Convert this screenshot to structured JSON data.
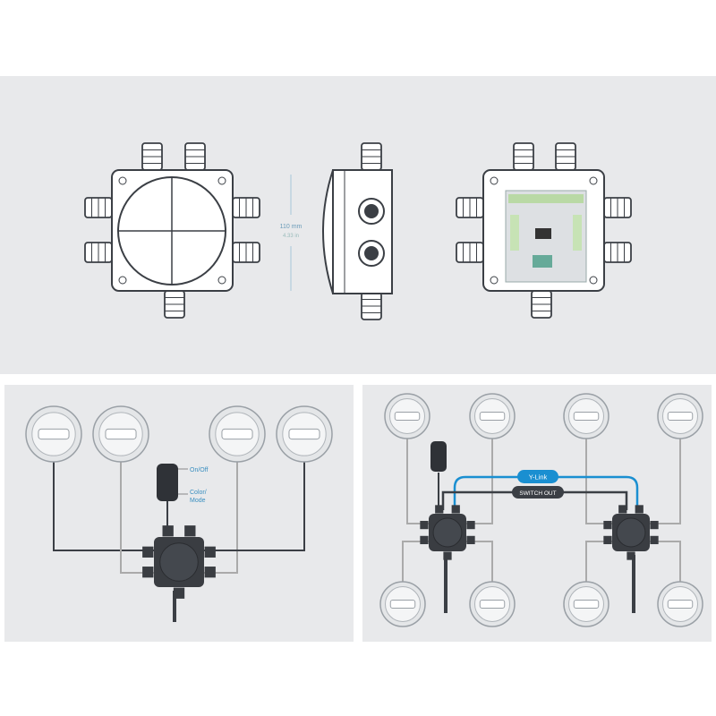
{
  "dimension": {
    "metric": "110 mm",
    "imperial": "4.33 in"
  },
  "single_setup": {
    "remote_labels": [
      "On/Off",
      "Color/",
      "Mode"
    ]
  },
  "dual_setup": {
    "ylink_label": "Y-Link",
    "switch_out_label": "SWITCH OUT"
  },
  "colors": {
    "panel": "#e8e9eb",
    "outline": "#3b3f45",
    "accent": "#1a8fd1",
    "light_fill": "#e4e6e8",
    "box_dark": "#3a3d42"
  }
}
